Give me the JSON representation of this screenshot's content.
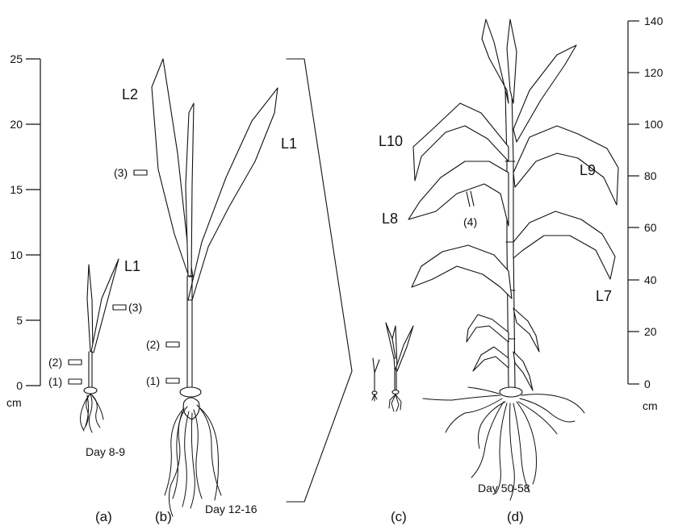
{
  "left_scale": {
    "ticks": [
      "25",
      "20",
      "15",
      "10",
      "5",
      "0"
    ],
    "unit": "cm"
  },
  "right_scale": {
    "ticks": [
      "140",
      "120",
      "100",
      "80",
      "60",
      "40",
      "20",
      "0"
    ],
    "unit": "cm"
  },
  "panel_a": {
    "panel_label": "(a)",
    "caption": "Day 8-9",
    "leaf_labels": [
      "L1"
    ],
    "markers": [
      "(1)",
      "(2)",
      "(3)"
    ]
  },
  "panel_b": {
    "panel_label": "(b)",
    "caption": "Day 12-16",
    "leaf_labels": [
      "L1",
      "L2"
    ],
    "markers": [
      "(1)",
      "(2)",
      "(3)"
    ]
  },
  "panel_c": {
    "panel_label": "(c)"
  },
  "panel_d": {
    "panel_label": "(d)",
    "caption": "Day 50-58",
    "leaf_labels": [
      "L10",
      "L9",
      "L8",
      "L7"
    ],
    "markers": [
      "(4)"
    ]
  }
}
